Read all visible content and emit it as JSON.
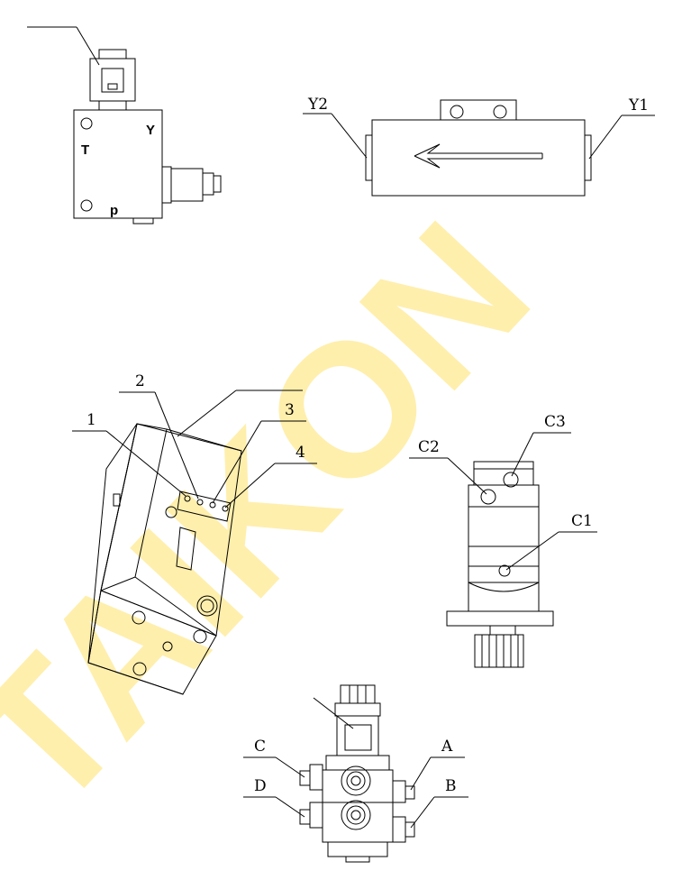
{
  "watermark": {
    "text": "TAIKON",
    "color": "#ffe26b"
  },
  "valve_block": {
    "ports": {
      "t": "T",
      "y": "Y",
      "p": "p"
    }
  },
  "pilot_valve": {
    "labels": {
      "y2": "Y2",
      "y1": "Y1"
    }
  },
  "control_box": {
    "callouts": [
      "1",
      "2",
      "3",
      "4"
    ]
  },
  "motor": {
    "labels": {
      "c1": "C1",
      "c2": "C2",
      "c3": "C3"
    }
  },
  "directional_valve": {
    "labels": {
      "a": "A",
      "b": "B",
      "c": "C",
      "d": "D"
    }
  },
  "icons": [
    "solenoid-coil-icon",
    "direction-arrow-icon",
    "port-hole-icon",
    "hose-fitting-icon"
  ]
}
